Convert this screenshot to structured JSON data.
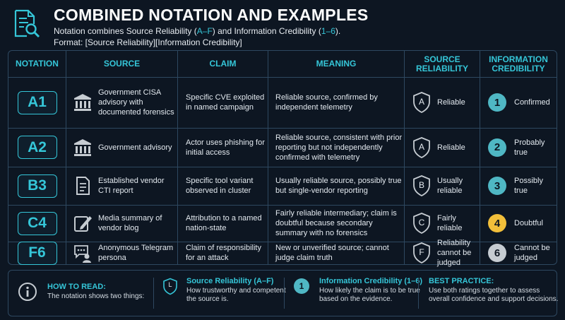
{
  "header": {
    "title": "COMBINED NOTATION AND EXAMPLES",
    "subtitle_pre": "Notation combines Source Reliability (",
    "subtitle_rel": "A–F",
    "subtitle_mid": ") and Information Credibility (",
    "subtitle_cred": "1–6",
    "subtitle_end": ").",
    "format": "Format: [Source Reliability][Information Credibility]"
  },
  "table": {
    "headers": {
      "notation": "NOTATION",
      "source": "SOURCE",
      "claim": "CLAIM",
      "meaning": "MEANING",
      "reliability_1": "SOURCE",
      "reliability_2": "RELIABILITY",
      "credibility_1": "INFORMATION",
      "credibility_2": "CREDIBILITY"
    },
    "rows": [
      {
        "notation": "A1",
        "source_icon": "government-building-icon",
        "source": "Government CISA advisory with documented forensics",
        "claim": "Specific CVE exploited in named campaign",
        "meaning": "Reliable source, confirmed by independent telemetry",
        "rel_letter": "A",
        "rel_label": "Reliable",
        "cred_num": "1",
        "cred_label": "Confirmed"
      },
      {
        "notation": "A2",
        "source_icon": "government-building-icon",
        "source": "Government advisory",
        "claim": "Actor uses phishing for initial access",
        "meaning": "Reliable source, consistent with prior reporting but not independently confirmed with telemetry",
        "rel_letter": "A",
        "rel_label": "Reliable",
        "cred_num": "2",
        "cred_label": "Probably true"
      },
      {
        "notation": "B3",
        "source_icon": "document-icon",
        "source": "Established vendor CTI report",
        "claim": "Specific tool variant observed in cluster",
        "meaning": "Usually reliable source, possibly true but single-vendor reporting",
        "rel_letter": "B",
        "rel_label": "Usually reliable",
        "cred_num": "3",
        "cred_label": "Possibly true"
      },
      {
        "notation": "C4",
        "source_icon": "edit-pencil-icon",
        "source": "Media summary of vendor blog",
        "claim": "Attribution to a named nation-state",
        "meaning": "Fairly reliable intermediary; claim is doubtful because secondary summary with no forensics",
        "rel_letter": "C",
        "rel_label": "Fairly reliable",
        "cred_num": "4",
        "cred_label": "Doubtful"
      },
      {
        "notation": "F6",
        "source_icon": "chat-bubble-icon",
        "source": "Anonymous Telegram persona",
        "claim": "Claim of responsibility for an attack",
        "meaning": "New or unverified source; cannot judge claim truth",
        "rel_letter": "F",
        "rel_label": "Reliability cannot be judged",
        "cred_num": "6",
        "cred_label": "Cannot be judged"
      }
    ]
  },
  "footer": {
    "how_head": "HOW TO READ:",
    "how_text": "The notation shows two things:",
    "rel_icon_letter": "L",
    "rel_head": "Source Reliability (A–F)",
    "rel_text_1": "How trustworthy and competent",
    "rel_text_2": "the source is.",
    "cred_icon_num": "1",
    "cred_head": "Information Credibility (1–6)",
    "cred_text_1": "How likely the claim is to be true",
    "cred_text_2": "based on the evidence.",
    "best_head": "BEST PRACTICE:",
    "best_text_1": "Use both ratings together to assess",
    "best_text_2": "overall confidence and support decisions."
  },
  "colors": {
    "accent": "#35c6d8",
    "background": "#0d1622",
    "border": "#2e4860",
    "cred_teal": "#4fb7c4",
    "cred_yellow": "#f2bf3a",
    "cred_gray": "#c6ccd2"
  }
}
